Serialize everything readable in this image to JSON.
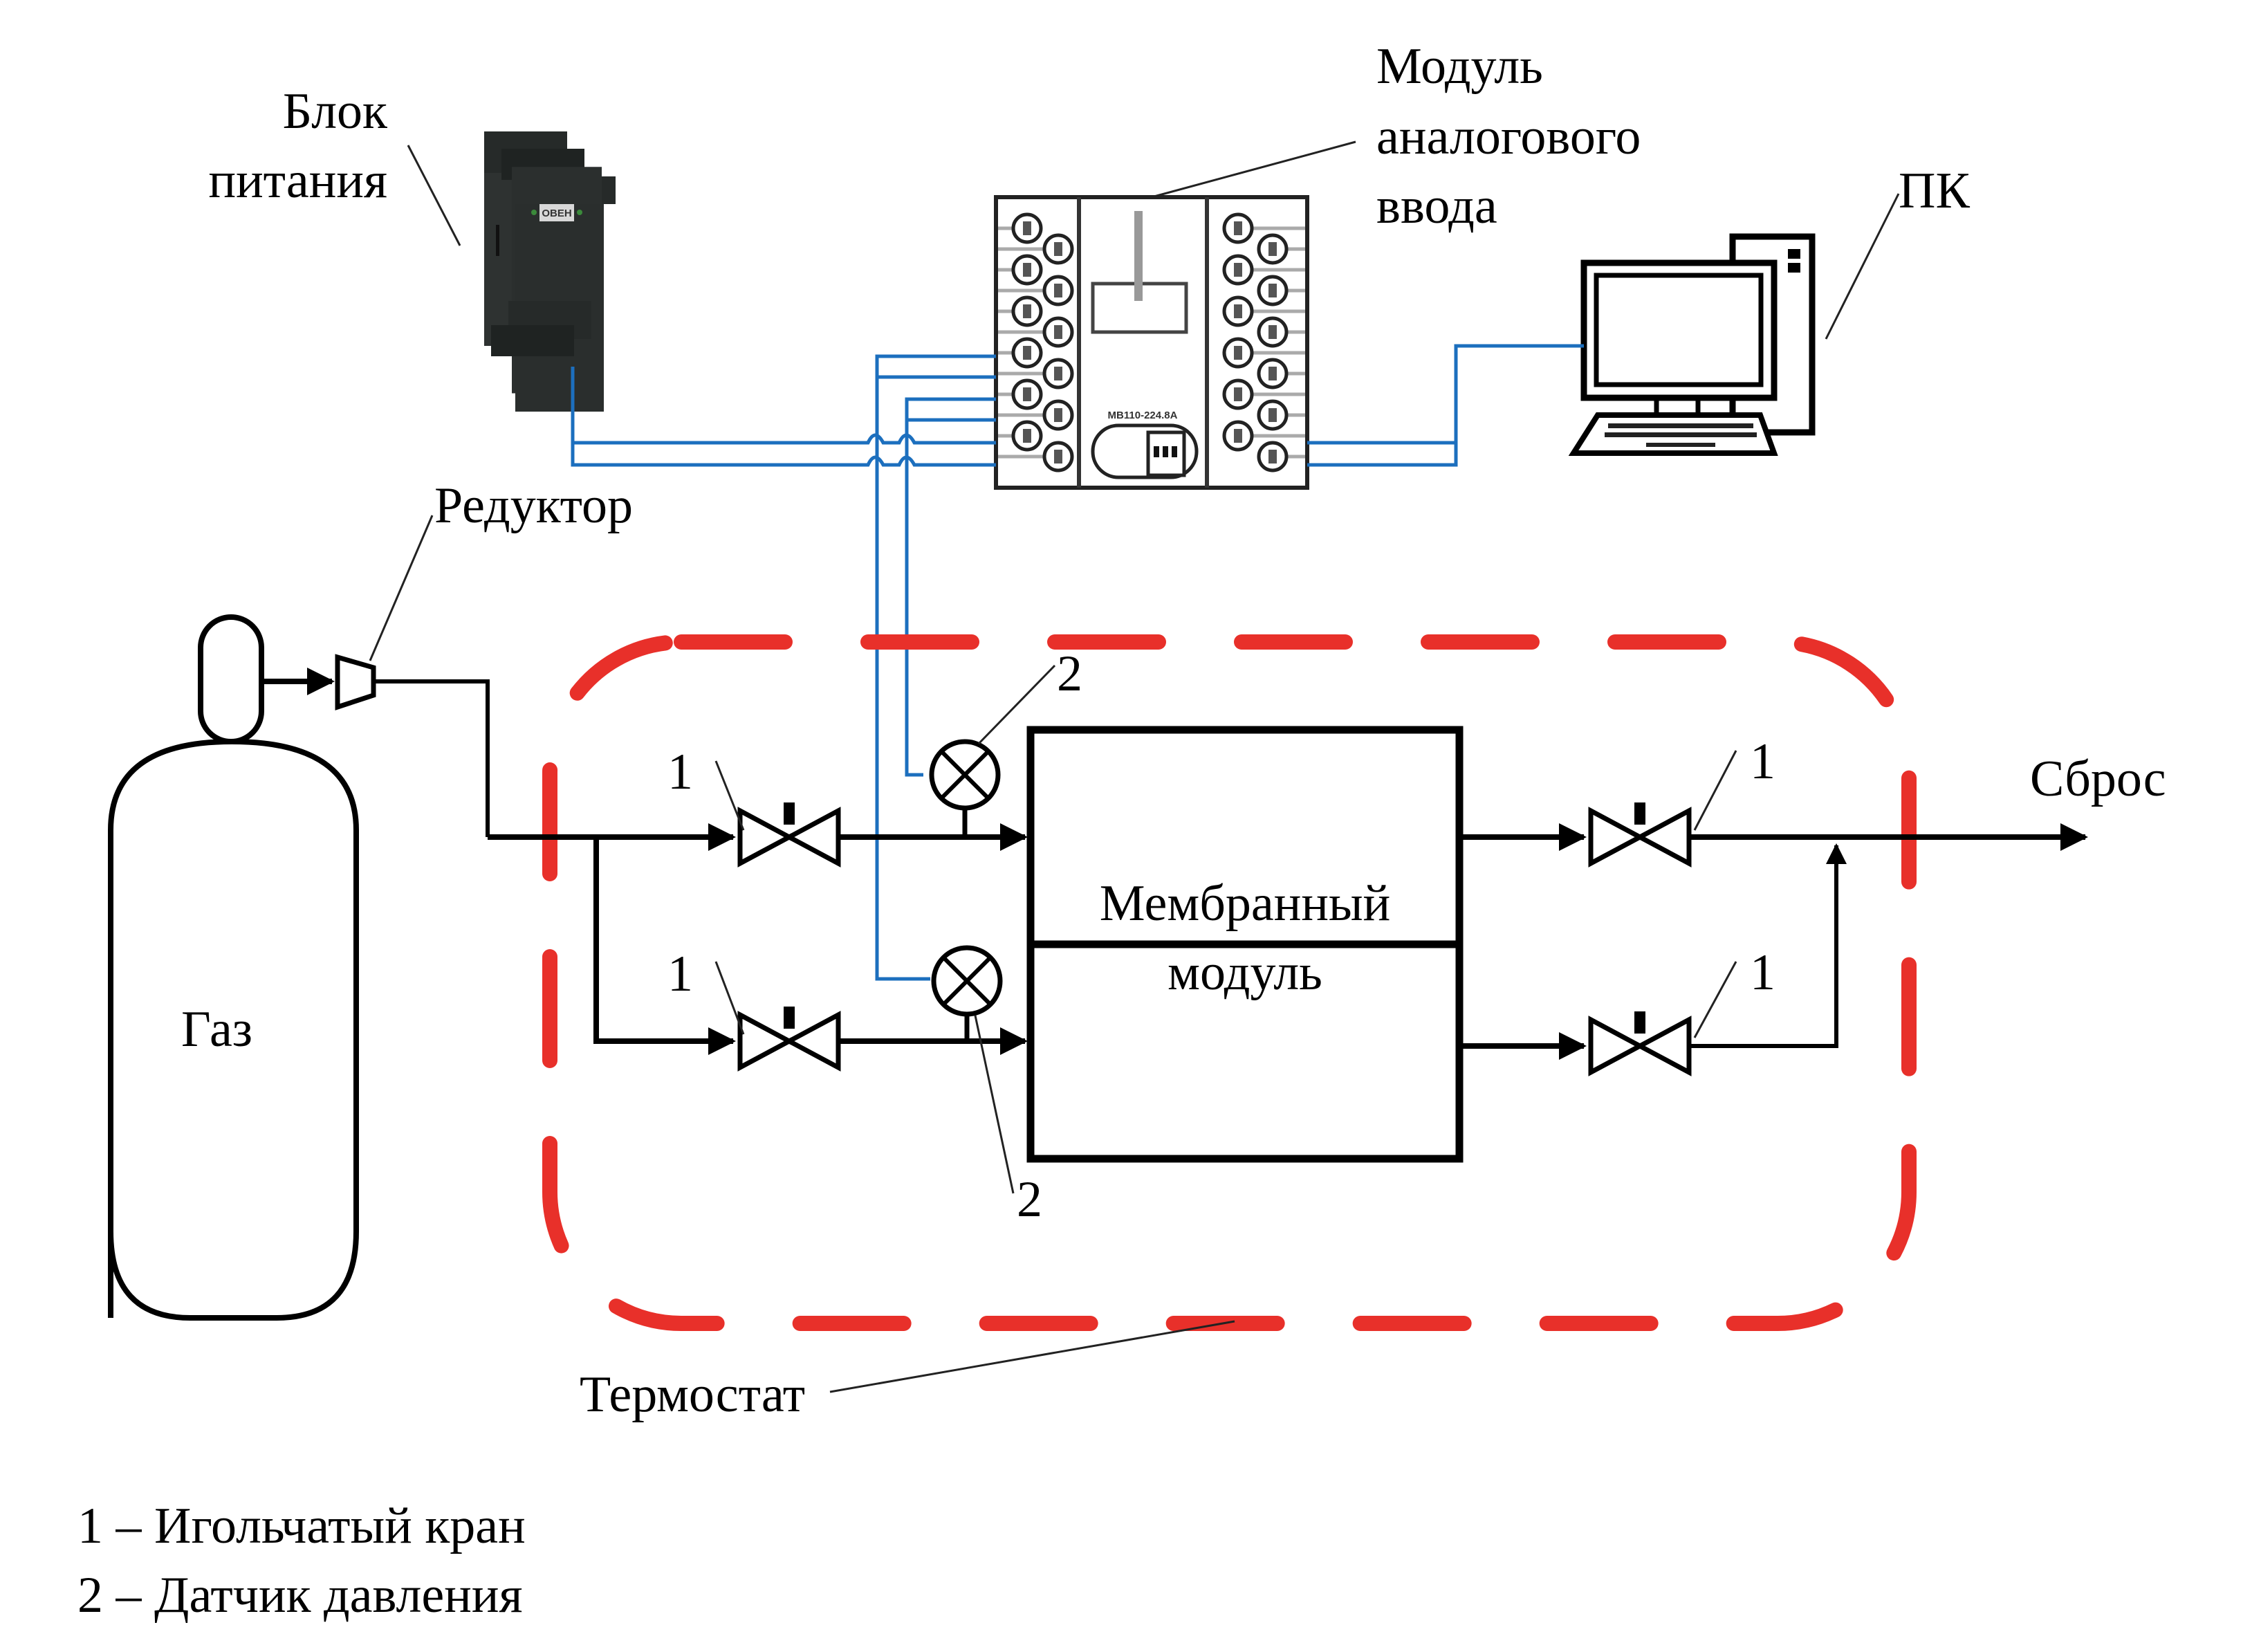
{
  "title": "Схема установки для исследования мембранного газоразделения",
  "labels": {
    "power_supply": [
      "Блок",
      "питания"
    ],
    "analog_module": [
      "Модуль",
      "аналогового",
      "ввода"
    ],
    "pc": "ПК",
    "reducer": "Редуктор",
    "gas": "Газ",
    "membrane_module": [
      "Мембранный",
      "модуль"
    ],
    "discharge": "Сброс",
    "thermostat": "Термостат",
    "callout_valve": "1",
    "callout_sensor": "2"
  },
  "devices": {
    "analog_module_model": "МВ110-224.8А",
    "power_supply_brand": "ОВЕН"
  },
  "legend": [
    {
      "num": "1",
      "text": "1 – Игольчатый кран"
    },
    {
      "num": "2",
      "text": "2 – Датчик давления"
    }
  ],
  "colors": {
    "wiring": "#1c6fbe",
    "thermostat_outline": "#e8302a",
    "pipes": "#000000"
  }
}
